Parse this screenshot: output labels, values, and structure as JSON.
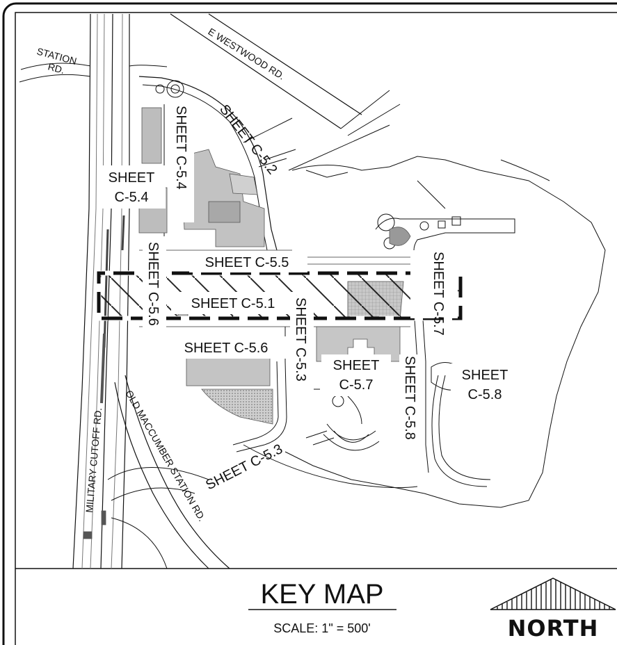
{
  "title": "KEY MAP",
  "scale": "SCALE: 1\" = 500'",
  "north_label": "NORTH",
  "roads": {
    "station_line1": "STATION",
    "station_line2": "RD.",
    "e_westwood": "E WESTWOOD RD.",
    "military_cutoff": "MILITARY CUTOFF RD.",
    "old_maccumber": "OLD MACCUMBER STATION RD."
  },
  "sheets": {
    "c52_diag": "SHEET C-5.2",
    "c54_top": "SHEET",
    "c54_bottom": "C-5.4",
    "c54_vert": "SHEET C-5.4",
    "c55": "SHEET C-5.5",
    "c51": "SHEET C-5.1",
    "c56_vert": "SHEET C-5.6",
    "c56": "SHEET C-5.6",
    "c53_vert": "SHEET C-5.3",
    "c57_top": "SHEET",
    "c57_bottom": "C-5.7",
    "c57_vert": "SHEET C-5.7",
    "c58_vert": "SHEET C-5.8",
    "c58_top": "SHEET",
    "c58_bottom": "C-5.8",
    "c53_diag": "SHEET C-5.3"
  },
  "colors": {
    "line": "#111111",
    "building": "#bdbdbd",
    "road_gray": "#7a7a7a",
    "highlight_fill": "#ffffff"
  }
}
